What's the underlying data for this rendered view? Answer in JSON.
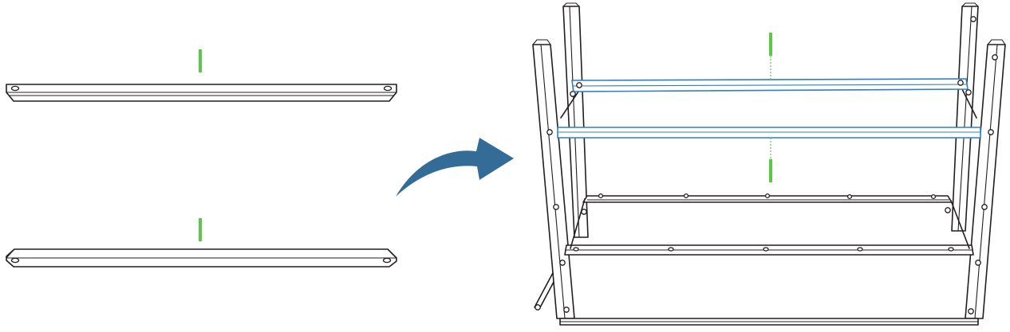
{
  "colors": {
    "outline": "#231f20",
    "marker_green": "#5cc84a",
    "highlight_blue": "#2f7fc1",
    "arrow_blue": "#336c97",
    "background": "#ffffff"
  },
  "parts": {
    "count": 2,
    "type": "flat-bar-with-slotted-ends"
  },
  "arrow": {
    "icon": "curved-arrow-right-icon",
    "direction": "right"
  },
  "assembly": {
    "highlighted_bars": 2,
    "highlight_icon": "installed-crossbar-highlight"
  }
}
